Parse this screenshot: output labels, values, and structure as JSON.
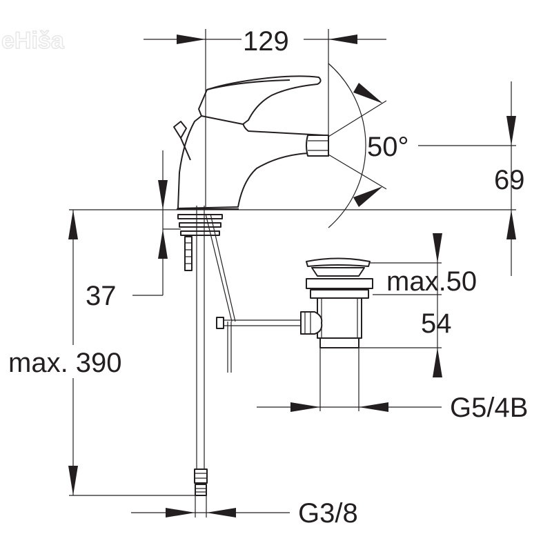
{
  "watermark": "eHiša",
  "dimensions": {
    "width": "129",
    "angle": "50°",
    "spout_height": "69",
    "deck_thickness": "37",
    "max_length": "max. 390",
    "pop_up_max": "max.50",
    "waste_height": "54",
    "waste_thread": "G5/4B",
    "supply_thread": "G3/8"
  }
}
